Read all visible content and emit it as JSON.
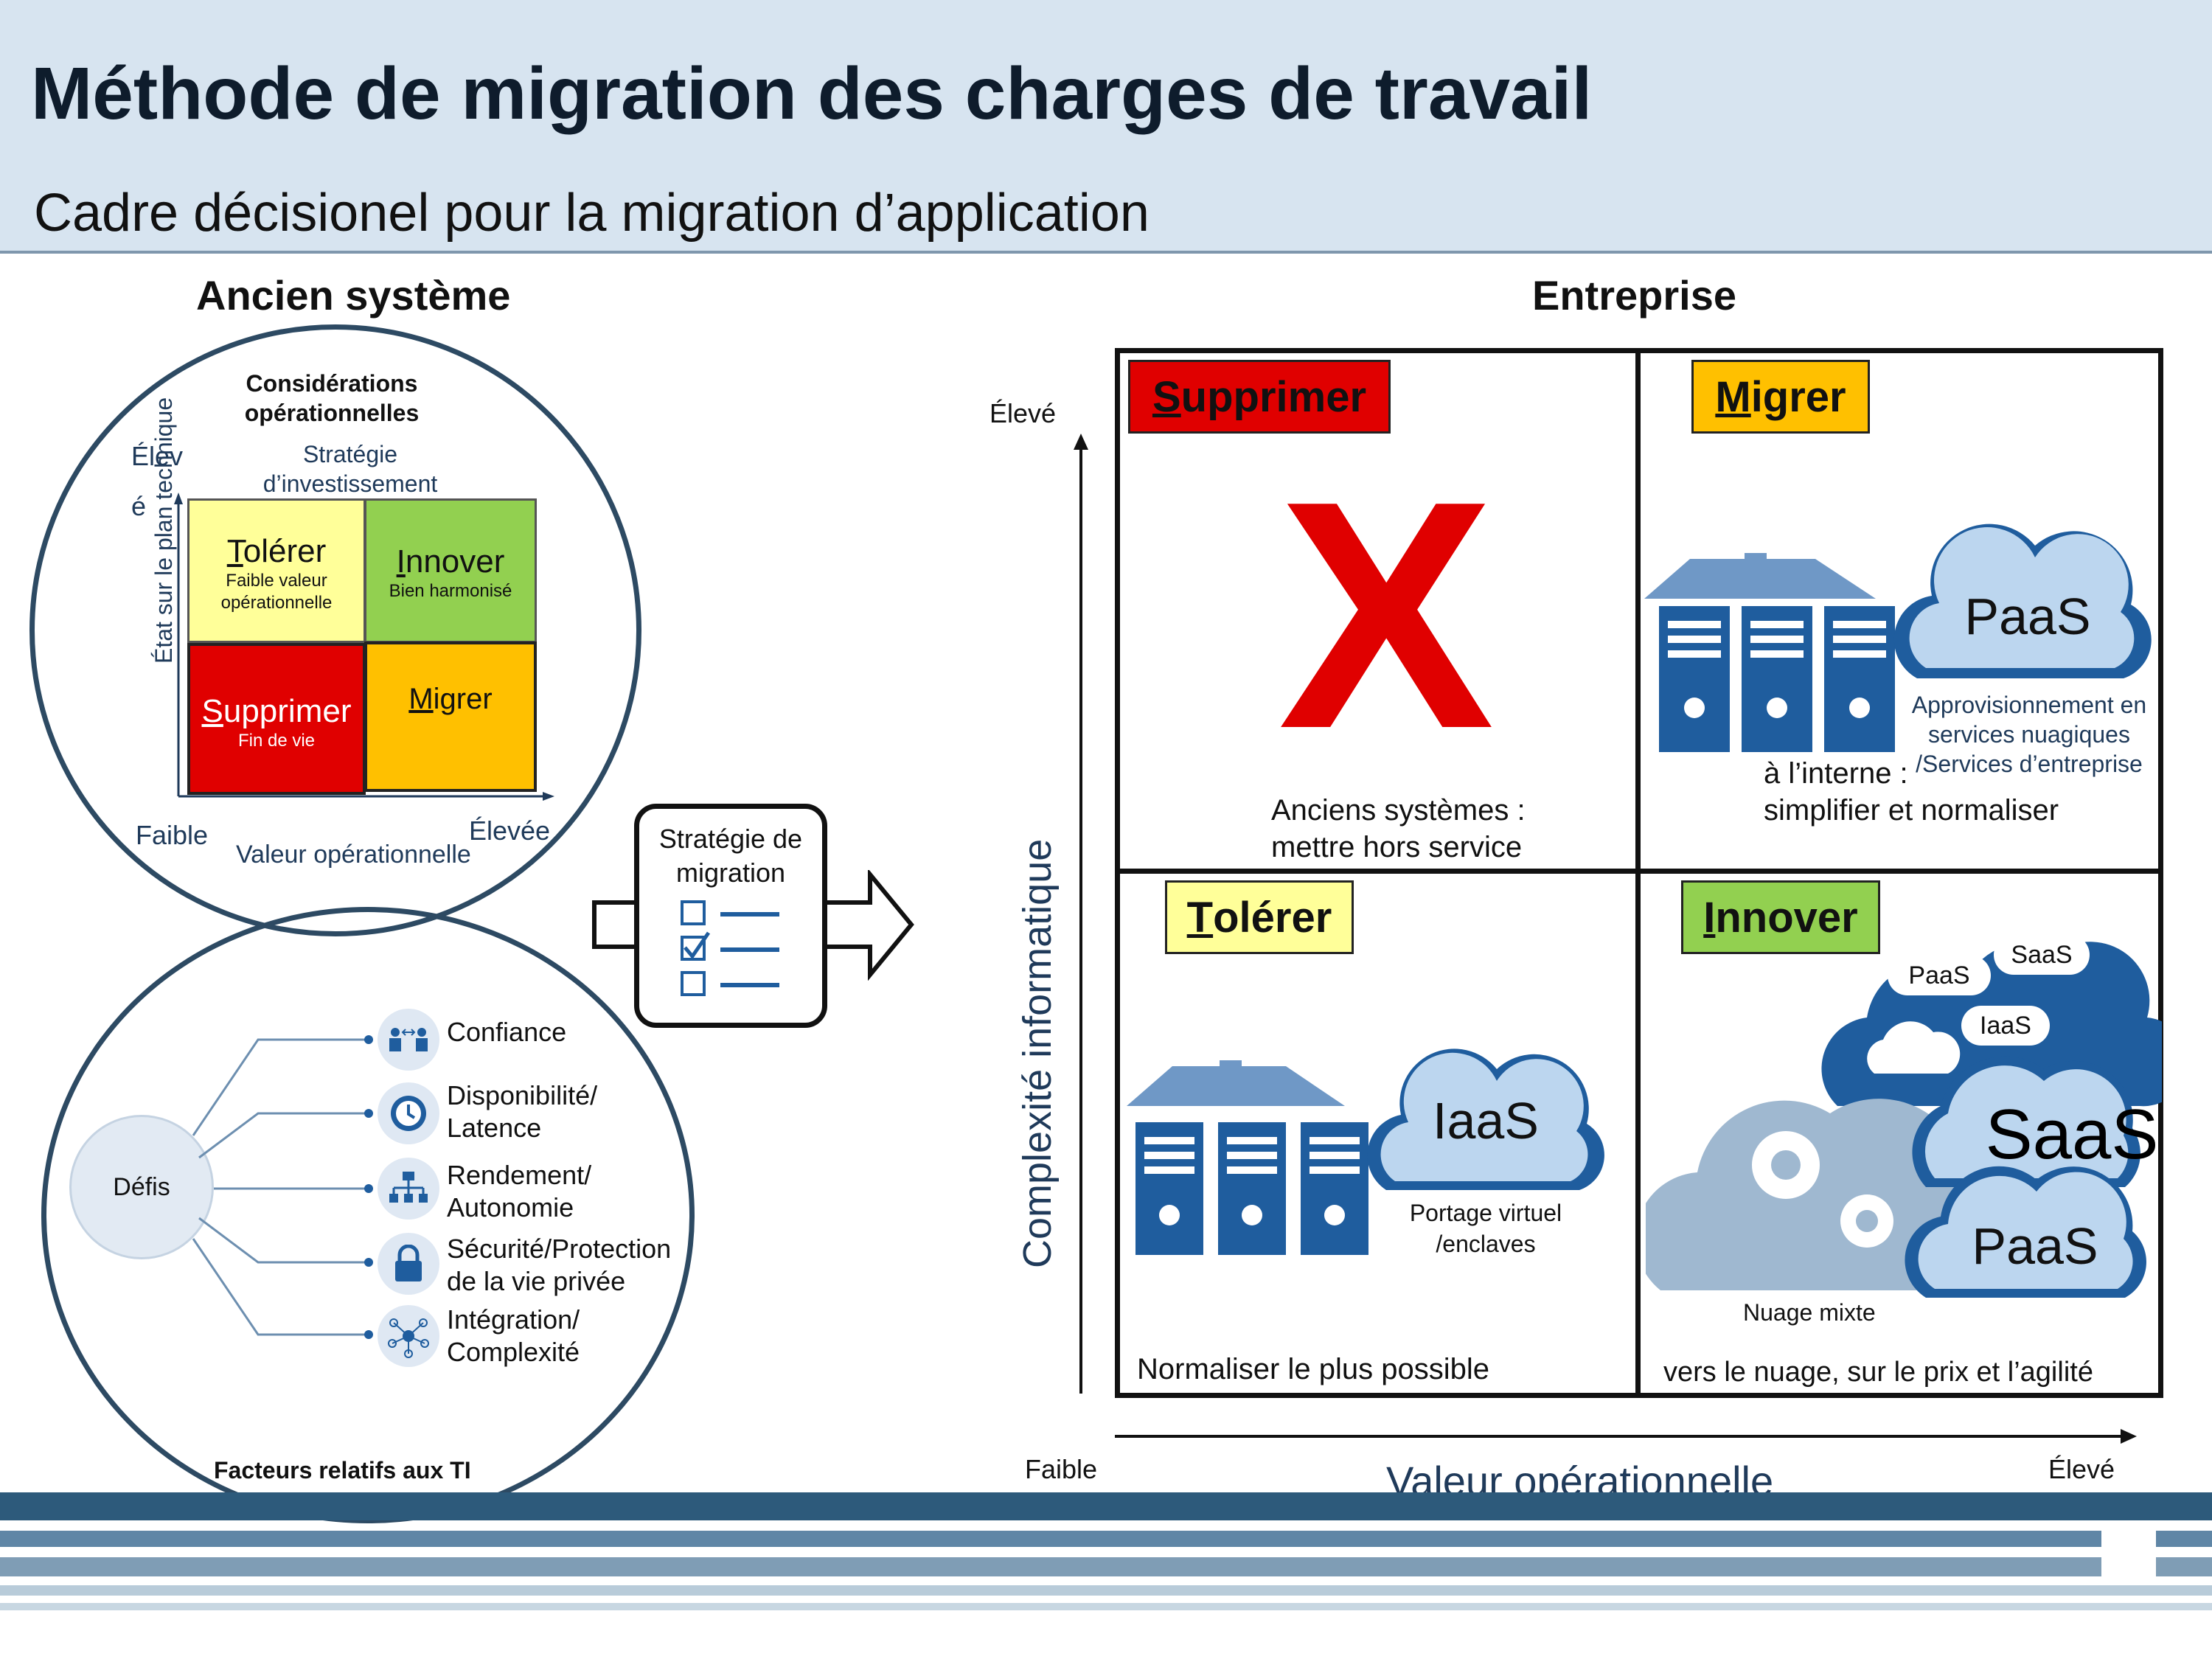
{
  "header": {
    "title": "Méthode de migration des charges de travail",
    "subtitle": "Cadre décisionel pour la migration d’application"
  },
  "left": {
    "section_title": "Ancien système",
    "top_circle": {
      "title_line1": "Considérations",
      "title_line2": "opérationnelles",
      "y_high_1": "Élev",
      "y_high_2": "é",
      "strategy_line1": "Stratégie",
      "strategy_line2": "d’investissement",
      "y_axis": "État sur le plan technique",
      "x_low": "Faible",
      "x_high": "Élevée",
      "x_axis": "Valeur opérationnelle",
      "cells": {
        "tolerer_initial": "T",
        "tolerer_rest": "olérer",
        "tolerer_sub1": "Faible valeur",
        "tolerer_sub2": "opérationnelle",
        "innover_initial": "I",
        "innover_rest": "nnover",
        "innover_sub": "Bien harmonisé",
        "supprimer_initial": "S",
        "supprimer_rest": "upprimer",
        "supprimer_sub": "Fin de vie",
        "migrer_initial": "M",
        "migrer_rest": "igrer"
      }
    },
    "bottom_circle": {
      "hub": "Défis",
      "footer": "Facteurs relatifs aux TI",
      "factors": [
        {
          "icon": "people-exchange-icon",
          "line1": "Confiance",
          "line2": ""
        },
        {
          "icon": "clock-icon",
          "line1": "Disponibilité/",
          "line2": "Latence"
        },
        {
          "icon": "org-chart-icon",
          "line1": "Rendement/",
          "line2": "Autonomie"
        },
        {
          "icon": "lock-icon",
          "line1": "Sécurité/Protection",
          "line2": "de la vie privée"
        },
        {
          "icon": "network-icon",
          "line1": "Intégration/",
          "line2": "Complexité"
        }
      ]
    }
  },
  "middle": {
    "strategy_line1": "Stratégie de",
    "strategy_line2": "migration"
  },
  "right": {
    "section_title": "Entreprise",
    "y_high": "Élevé",
    "y_axis": "Complexité informatique",
    "x_low": "Faible",
    "x_high": "Élevé",
    "x_axis": "Valeur opérationnelle",
    "supprimer": {
      "label_initial": "S",
      "label_rest": "upprimer",
      "line1": "Anciens systèmes :",
      "line2": "mettre hors service",
      "mark": "X"
    },
    "migrer": {
      "label_initial": "M",
      "label_rest": "igrer",
      "cloud": "PaaS",
      "caption1": "Approvisionnement en",
      "caption2": "services nuagiques",
      "caption3": "/Services d’entreprise",
      "line1": "à l’interne :",
      "line2": "simplifier et normaliser"
    },
    "tolerer": {
      "label_initial": "T",
      "label_rest": "olérer",
      "cloud": "IaaS",
      "caption1": "Portage virtuel",
      "caption2": "/enclaves",
      "line1": "Normaliser le plus possible"
    },
    "innover": {
      "label_initial": "I",
      "label_rest": "nnover",
      "cloud_paas_small": "PaaS",
      "cloud_saas_small": "SaaS",
      "cloud_iaas_small": "IaaS",
      "cloud_saas_big": "SaaS",
      "cloud_paas_big": "PaaS",
      "caption": "Nuage mixte",
      "line1": "vers le nuage, sur le prix et l’agilité"
    }
  },
  "colors": {
    "red": "#e00000",
    "yellow_light": "#ffff99",
    "green": "#92d050",
    "orange": "#ffc000",
    "navy": "#1f5d9e",
    "cloud": "#bcd6ef",
    "stripe_dark": "#2d5a7b",
    "stripe_mid": "#7f9db5",
    "stripe_light": "#b8cbd9"
  }
}
